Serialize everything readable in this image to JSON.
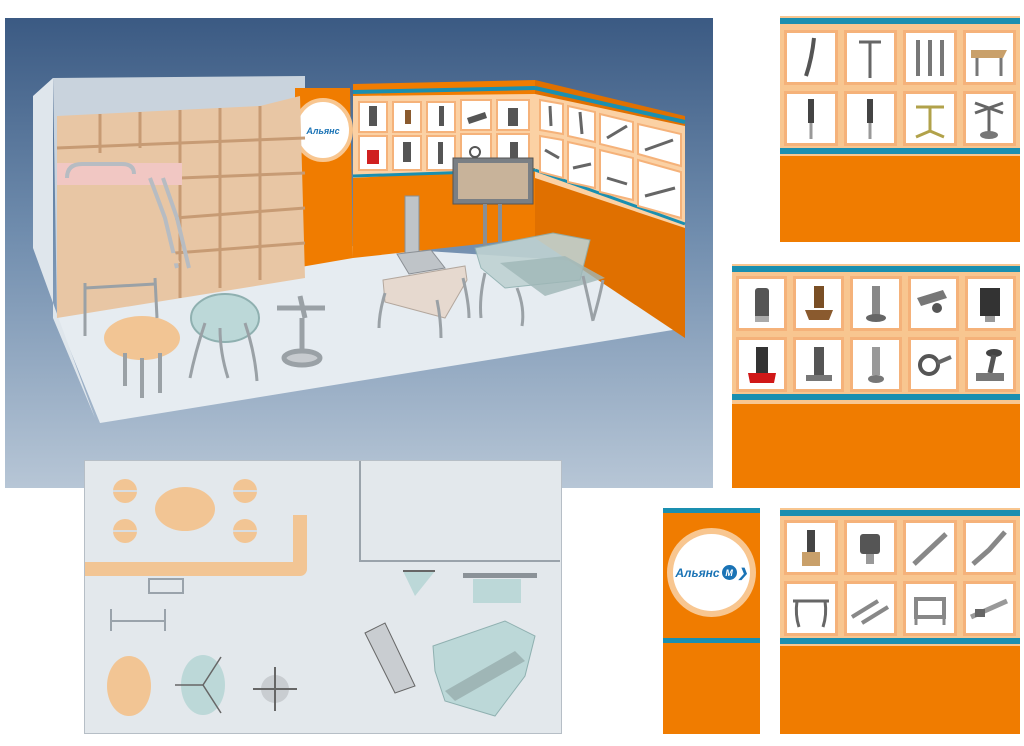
{
  "brand": {
    "logo_text": "Альянс",
    "logo_letter": "М"
  },
  "colors": {
    "orange": "#f07c00",
    "light_orange": "#f5b27a",
    "blue_strip": "#1a8fb0",
    "logo_blue": "#1a73b5",
    "scene_top": "#3b5a83",
    "wood": "#e8c6a4",
    "plan_bg": "#e3e8ec"
  },
  "panels": {
    "top_right": {
      "rows": 2,
      "cols": 4,
      "items": [
        "curved-leg-icon",
        "t-support-icon",
        "tube-legs-icon",
        "table-edge-icon",
        "chrome-leg-icon",
        "chrome-leg-icon",
        "cross-base-icon",
        "x-base-icon"
      ]
    },
    "middle_right": {
      "rows": 2,
      "cols": 5,
      "items": [
        "cylinder-leg-icon",
        "bracket-icon",
        "round-leg-icon",
        "clamp-icon",
        "square-leg-icon",
        "red-base-icon",
        "square-post-icon",
        "adjustable-leg-icon",
        "ring-clamp-icon",
        "swivel-base-icon"
      ]
    },
    "bottom_right": {
      "rows": 2,
      "cols": 4,
      "items": [
        "square-leg-icon",
        "round-foot-icon",
        "tube-icon",
        "bent-tube-icon",
        "frame-icon",
        "tubes-icon",
        "square-frame-icon",
        "tube-set-icon"
      ]
    }
  }
}
